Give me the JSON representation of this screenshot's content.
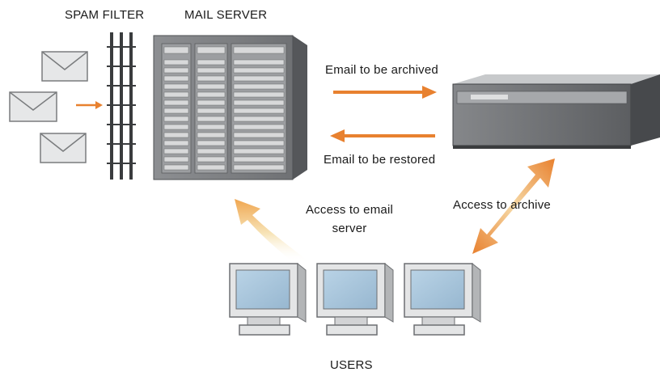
{
  "labels": {
    "spam_filter": "SPAM FILTER",
    "mail_server": "MAIL SERVER",
    "email_archived": "Email to be archived",
    "email_restored": "Email to be restored",
    "access_email_line1": "Access to email",
    "access_email_line2": "server",
    "access_archive": "Access to archive",
    "users": "USERS"
  },
  "colors": {
    "arrow_orange": "#e8812f",
    "arrow_fade": "#f6e3b4",
    "envelope_fill": "#e6e7e8",
    "server_gray": "#8a8c8e",
    "monitor_screen": "#a9c6dd"
  },
  "icons": [
    "envelope-icon",
    "spam-filter-grid-icon",
    "mail-server-icon",
    "archive-appliance-icon",
    "user-computer-icon"
  ]
}
